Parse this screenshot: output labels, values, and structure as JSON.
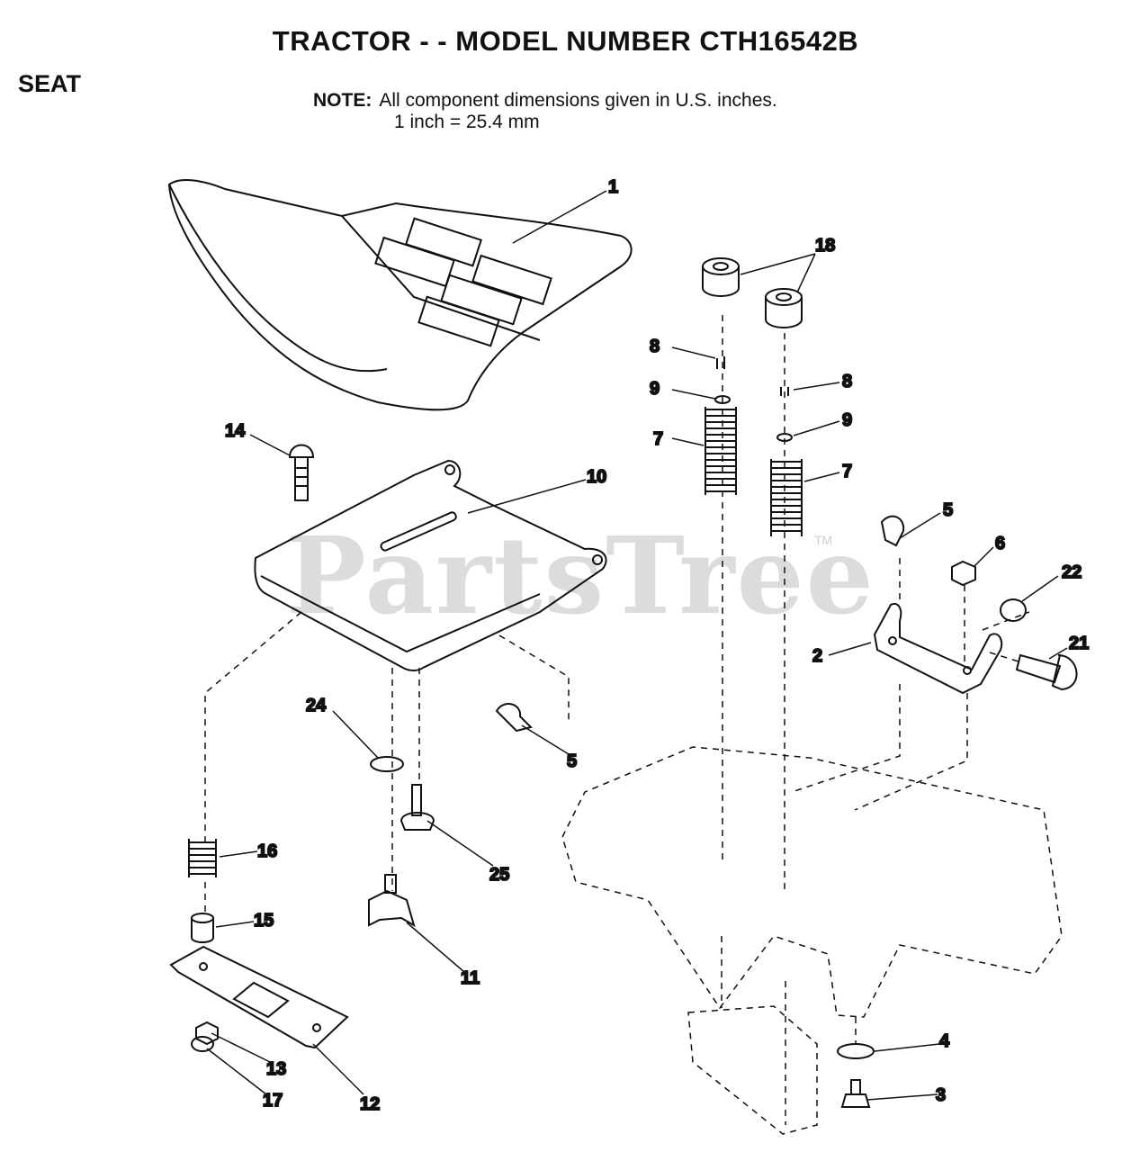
{
  "header": {
    "title": "TRACTOR - - MODEL NUMBER CTH16542B",
    "section": "SEAT",
    "note_label": "NOTE:",
    "note_line1": "All component  dimensions given in U.S. inches.",
    "note_line2": "1 inch = 25.4 mm"
  },
  "watermark": {
    "text": "PartsTree",
    "mark": "TM"
  },
  "callouts": {
    "c1": "1",
    "c18": "18",
    "c8a": "8",
    "c8b": "8",
    "c9a": "9",
    "c9b": "9",
    "c7a": "7",
    "c7b": "7",
    "c14": "14",
    "c10": "10",
    "c5a": "5",
    "c5b": "5",
    "c6": "6",
    "c22": "22",
    "c2": "2",
    "c21": "21",
    "c24": "24",
    "c25": "25",
    "c16": "16",
    "c15": "15",
    "c11": "11",
    "c13": "13",
    "c17": "17",
    "c12": "12",
    "c4": "4",
    "c3": "3"
  }
}
